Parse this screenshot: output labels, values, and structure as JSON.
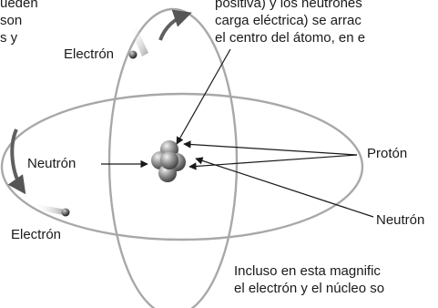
{
  "colors": {
    "orbit": "#a8a8a8",
    "orbit_dark": "#7a7a7a",
    "text": "#1a1a1a",
    "nucleus": "#777777",
    "electron": "#333333"
  },
  "top_left_text": [
    "ueden",
    "son",
    "s y"
  ],
  "top_right_text": [
    "positiva) y los neutrones",
    "carga eléctrica) se arrac",
    "el centro del átomo, en e"
  ],
  "bottom_right_text": [
    "Incluso en esta magnific",
    "el electrón y el núcleo so"
  ],
  "labels": {
    "electron_top": "Electrón",
    "electron_bottom": "Electrón",
    "neutron_left": "Neutrón",
    "proton": "Protón",
    "neutron_right": "Neutrón"
  }
}
